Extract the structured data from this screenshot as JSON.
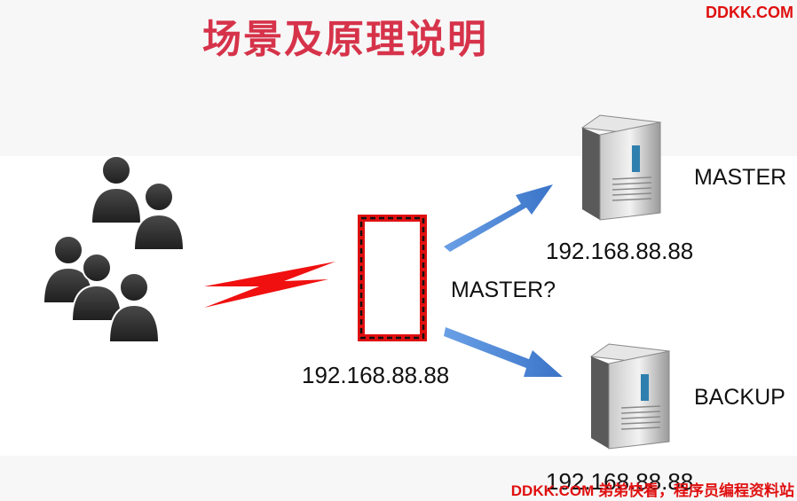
{
  "title": "场景及原理说明",
  "brand_top": "DDKK.COM",
  "brand_bottom": "DDKK.COM 弟弟快看，程序员编程资料站",
  "vip": {
    "ip": "192.168.88.88",
    "question": "MASTER?"
  },
  "master": {
    "role": "MASTER",
    "ip": "192.168.88.88"
  },
  "backup": {
    "role": "BACKUP",
    "ip": "192.168.88.88"
  },
  "icons": [
    "users-group-icon",
    "lightning-icon",
    "server-icon",
    "arrow-icon"
  ],
  "colors": {
    "title": "#d6334a",
    "brand": "#e01010",
    "vip_border": "#e01010",
    "arrow": "#4a86d8",
    "lightning": "#f01010"
  }
}
